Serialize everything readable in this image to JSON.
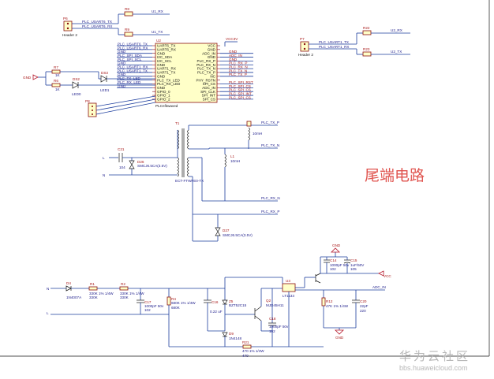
{
  "title": "尾端电路",
  "watermark": {
    "cn": "华为云社区",
    "url": "bbs.huaweicloud.com"
  },
  "connectors": {
    "p6": {
      "ref": "P6",
      "name": "Header 2",
      "pins": [
        "PLC_USART6_TX",
        "PLC_USART6_RX"
      ]
    },
    "p7": {
      "ref": "P7",
      "name": "Header 2",
      "pins": [
        "PLC_USART1_TX",
        "PLC_USART1_RX"
      ]
    },
    "p8": {
      "ref": "P8"
    }
  },
  "resistors_top": {
    "r8": {
      "ref": "R8",
      "net": "U1_RX"
    },
    "r9": {
      "ref": "R9",
      "net": "U1_TX"
    },
    "r22": {
      "ref": "R22",
      "net": "U2_RX"
    },
    "r23": {
      "ref": "R23",
      "net": "U2_TX"
    }
  },
  "u2": {
    "ref": "U2",
    "name": "PLCnfitwaved",
    "left_nets": [
      "PLC_USART6_TX",
      "PLC_USART6_RX",
      "GND",
      "PLC_SPI_SDA",
      "PLC_SPI_SCL",
      "GND",
      "PLC_USART1_RX",
      "PLC_USART1_TX",
      "GND",
      "PLC_TX_LED",
      "PLC_RX_LED",
      "GND"
    ],
    "left_pins": [
      "UART6_TX",
      "UART6_RX",
      "GND",
      "I2C_SDA",
      "I2C_SCL",
      "GND",
      "UART1_RX",
      "UART1_TX",
      "GND",
      "PLC_TX_LED",
      "PLC_RX_LED",
      "GND",
      "GPIO_0",
      "GPIO_1",
      "GPIO_2"
    ],
    "right_pins": [
      "VCC",
      "GND",
      "ADC_IN",
      "GND",
      "PLC_RX_P",
      "PLC_RX_N",
      "PLC_TX_N",
      "PLC_TX_P",
      "NC",
      "PHY_RSTN",
      "SPI_CS",
      "ADC_IN",
      "SPI_CLK",
      "SPI_INT",
      "SPI_CS"
    ],
    "right_nets": [
      "GND",
      "ADC_IN",
      "GND",
      "PLC_RX_P",
      "PLC_RX_N",
      "PLC_TX_N",
      "PLC_TX_P",
      "",
      "PLC_SPI_RST",
      "PLC_SPI_CS",
      "PLC_SPI_CS",
      "PLC_SPI_INT",
      "PLC_SPI_CS"
    ],
    "power": "VCC3V"
  },
  "leds": {
    "gnd": "GND",
    "r7": {
      "ref": "R7",
      "val": "1K"
    },
    "r6": {
      "ref": "R6",
      "val": "1K"
    },
    "ds2": {
      "ref": "DS2",
      "name": "LED0"
    },
    "ds3": {
      "ref": "DS3",
      "name": "LED1"
    }
  },
  "coupling": {
    "t1": {
      "ref": "T1",
      "name": "ECT-FTWFE0-TX"
    },
    "c21": {
      "ref": "C21",
      "val": "104"
    },
    "d26": {
      "ref": "D26",
      "name": "SMCJ6.5CA(3.5V)"
    },
    "l1": {
      "ref": "L1",
      "val": "10mH"
    },
    "l2": {
      "val": "10mH"
    },
    "d27": {
      "ref": "D27",
      "name": "SMCJ6.5CA(3.5V)"
    },
    "net_l": "L",
    "net_n": "N",
    "nets_right": [
      "PLC_TX_P",
      "PLC_TX_N",
      "PLC_RX_N",
      "PLC_RX_P"
    ]
  },
  "power": {
    "net_n": "N",
    "net_l": "L",
    "d4": {
      "ref": "D4",
      "name": "1N4007A"
    },
    "r1": {
      "ref": "R1",
      "val": "330K 1% 1/4W",
      "val2": "330K"
    },
    "r2": {
      "ref": "R2",
      "val": "330K 1% 1/4W",
      "val2": "330K"
    },
    "c17": {
      "ref": "C17",
      "val": "1000pF 50v",
      "val2": "102"
    },
    "r4": {
      "ref": "R4",
      "val": "680K 1% 1/4W",
      "val2": "680K"
    },
    "c16": {
      "ref": "C16",
      "val": "0.22 uF"
    },
    "z5": {
      "ref": "Z5",
      "name": "BZT52C15"
    },
    "d9": {
      "ref": "D9",
      "name": "1N4148"
    },
    "q2": {
      "ref": "Q2",
      "name": "MJD45H11"
    },
    "c18": {
      "ref": "C18",
      "val": "1000pF 50v",
      "val2": "102"
    },
    "r21": {
      "ref": "R21",
      "val": "470 1% 1/4W",
      "val2": "470"
    },
    "u3": {
      "ref": "U3",
      "name": "LT1133"
    },
    "c14": {
      "ref": "C14",
      "val": "1000pF 50v",
      "val2": "102"
    },
    "c15": {
      "ref": "C15",
      "val": "1uF/50V",
      "val2": "105"
    },
    "r12": {
      "ref": "R12",
      "val": "47K 1% 1/4W"
    },
    "c20": {
      "ref": "C20",
      "val": "22pF",
      "val2": "220"
    },
    "gnd_top": "GND",
    "gnd_bottom": "GND",
    "net_vcc": "VCC",
    "net_adc": "ADC_IN"
  }
}
